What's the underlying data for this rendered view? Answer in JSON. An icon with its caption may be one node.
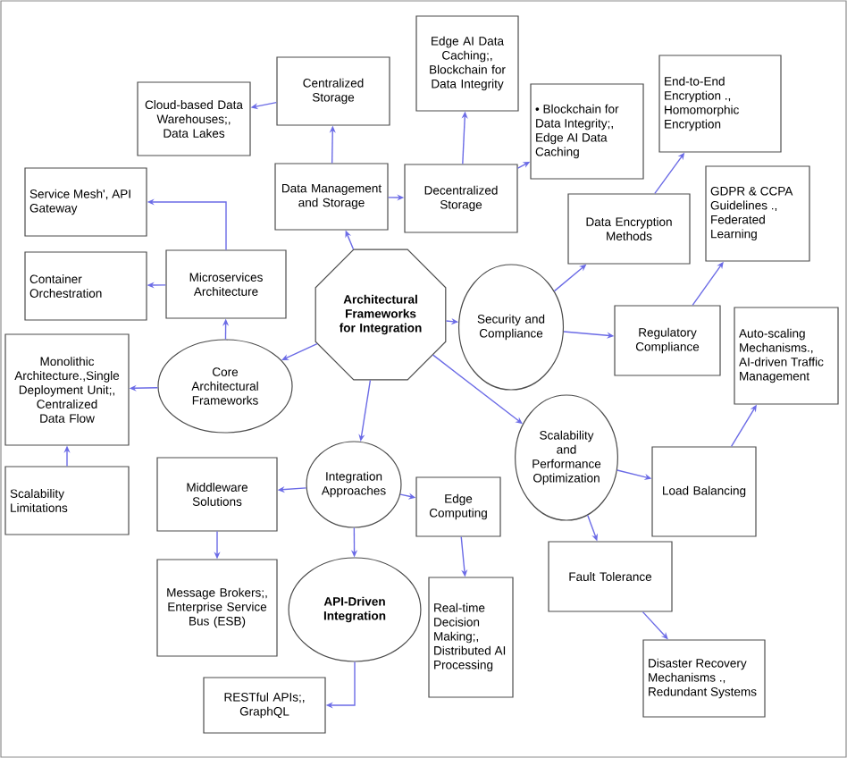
{
  "diagram": {
    "nodes": [
      {
        "text": [
          "Architectural Frameworks for Integration"
        ]
      },
      {
        "text": [
          "Data Management and Storage"
        ]
      },
      {
        "text": [
          "Centralized Storage"
        ]
      },
      {
        "text": [
          "Cloud-based Data Warehouses;, Data Lakes"
        ]
      },
      {
        "text": [
          "Decentralized Storage"
        ]
      },
      {
        "text": [
          "Edge AI Data Caching;, Blockchain for Data Integrity"
        ]
      },
      {
        "text": [
          "• Blockchain for Data Integrity;, Edge AI Data Caching"
        ]
      },
      {
        "text": [
          "Security and Compliance"
        ]
      },
      {
        "text": [
          "Data Encryption Methods"
        ]
      },
      {
        "text": [
          "End-to-End Encryption ., Homomorphic Encryption"
        ]
      },
      {
        "text": [
          "Regulatory Compliance"
        ]
      },
      {
        "text": [
          "GDPR & CCPA Guidelines ., Federated Learning"
        ]
      },
      {
        "text": [
          "Auto-scaling Mechanisms., AI-driven Traffic Management"
        ]
      },
      {
        "text": [
          "Scalability and Performance Optimization"
        ]
      },
      {
        "text": [
          "Load Balancing"
        ]
      },
      {
        "text": [
          "Fault Tolerance"
        ]
      },
      {
        "text": [
          "Disaster Recovery Mechanisms ., Redundant Systems"
        ]
      },
      {
        "text": [
          "Microservices Architecture"
        ]
      },
      {
        "text": [
          "Service Mesh', API Gateway"
        ]
      },
      {
        "text": [
          "Container Orchestration"
        ]
      },
      {
        "text": [
          "Core Architectural Frameworks"
        ]
      },
      {
        "text": [
          "Monolithic Architecture.,Single Deployment Unit;, Centralized Data Flow"
        ]
      },
      {
        "text": [
          "Scalability Limitations"
        ]
      },
      {
        "text": [
          "Integration Approaches"
        ]
      },
      {
        "text": [
          "Middleware Solutions"
        ]
      },
      {
        "text": [
          "Message Brokers;, Enterprise Service Bus (ESB)"
        ]
      },
      {
        "text": [
          "Edge Computing"
        ]
      },
      {
        "text": [
          "API-Driven Integration"
        ]
      },
      {
        "text": [
          "Real-time Decision Making;, Distributed AI Processing"
        ]
      },
      {
        "text": [
          "RESTful APIs;, GraphQL"
        ]
      }
    ],
    "edges": [
      {
        "from": 0,
        "to": 1,
        "arrow": "to"
      },
      {
        "from": 1,
        "to": 2,
        "arrow": "to"
      },
      {
        "from": 2,
        "to": 3,
        "arrow": "to"
      },
      {
        "from": 1,
        "to": 4,
        "arrow": "to"
      },
      {
        "from": 4,
        "to": 5,
        "arrow": "to"
      },
      {
        "from": 4,
        "to": 6,
        "arrow": "to"
      },
      {
        "from": 0,
        "to": 7,
        "arrow": "to"
      },
      {
        "from": 7,
        "to": 8,
        "arrow": "to"
      },
      {
        "from": 8,
        "to": 9,
        "arrow": "to"
      },
      {
        "from": 7,
        "to": 10,
        "arrow": "to"
      },
      {
        "from": 10,
        "to": 11,
        "arrow": "to"
      },
      {
        "from": 0,
        "to": 13,
        "arrow": "to"
      },
      {
        "from": 13,
        "to": 14,
        "arrow": "to"
      },
      {
        "from": 14,
        "to": 12,
        "arrow": "to"
      },
      {
        "from": 13,
        "to": 15,
        "arrow": "to"
      },
      {
        "from": 15,
        "to": 16,
        "arrow": "to"
      },
      {
        "from": 0,
        "to": 20,
        "arrow": "to"
      },
      {
        "from": 20,
        "to": 17,
        "arrow": "to"
      },
      {
        "from": 17,
        "to": 18,
        "arrow": "to"
      },
      {
        "from": 17,
        "to": 19,
        "arrow": "to"
      },
      {
        "from": 20,
        "to": 21,
        "arrow": "to"
      },
      {
        "from": 22,
        "to": 21,
        "arrow": "to"
      },
      {
        "from": 0,
        "to": 23,
        "arrow": "to"
      },
      {
        "from": 23,
        "to": 24,
        "arrow": "to"
      },
      {
        "from": 24,
        "to": 25,
        "arrow": "to"
      },
      {
        "from": 23,
        "to": 26,
        "arrow": "to"
      },
      {
        "from": 26,
        "to": 28,
        "arrow": "to"
      },
      {
        "from": 23,
        "to": 27,
        "arrow": "to"
      },
      {
        "from": 27,
        "to": 29,
        "arrow": "to"
      }
    ]
  }
}
